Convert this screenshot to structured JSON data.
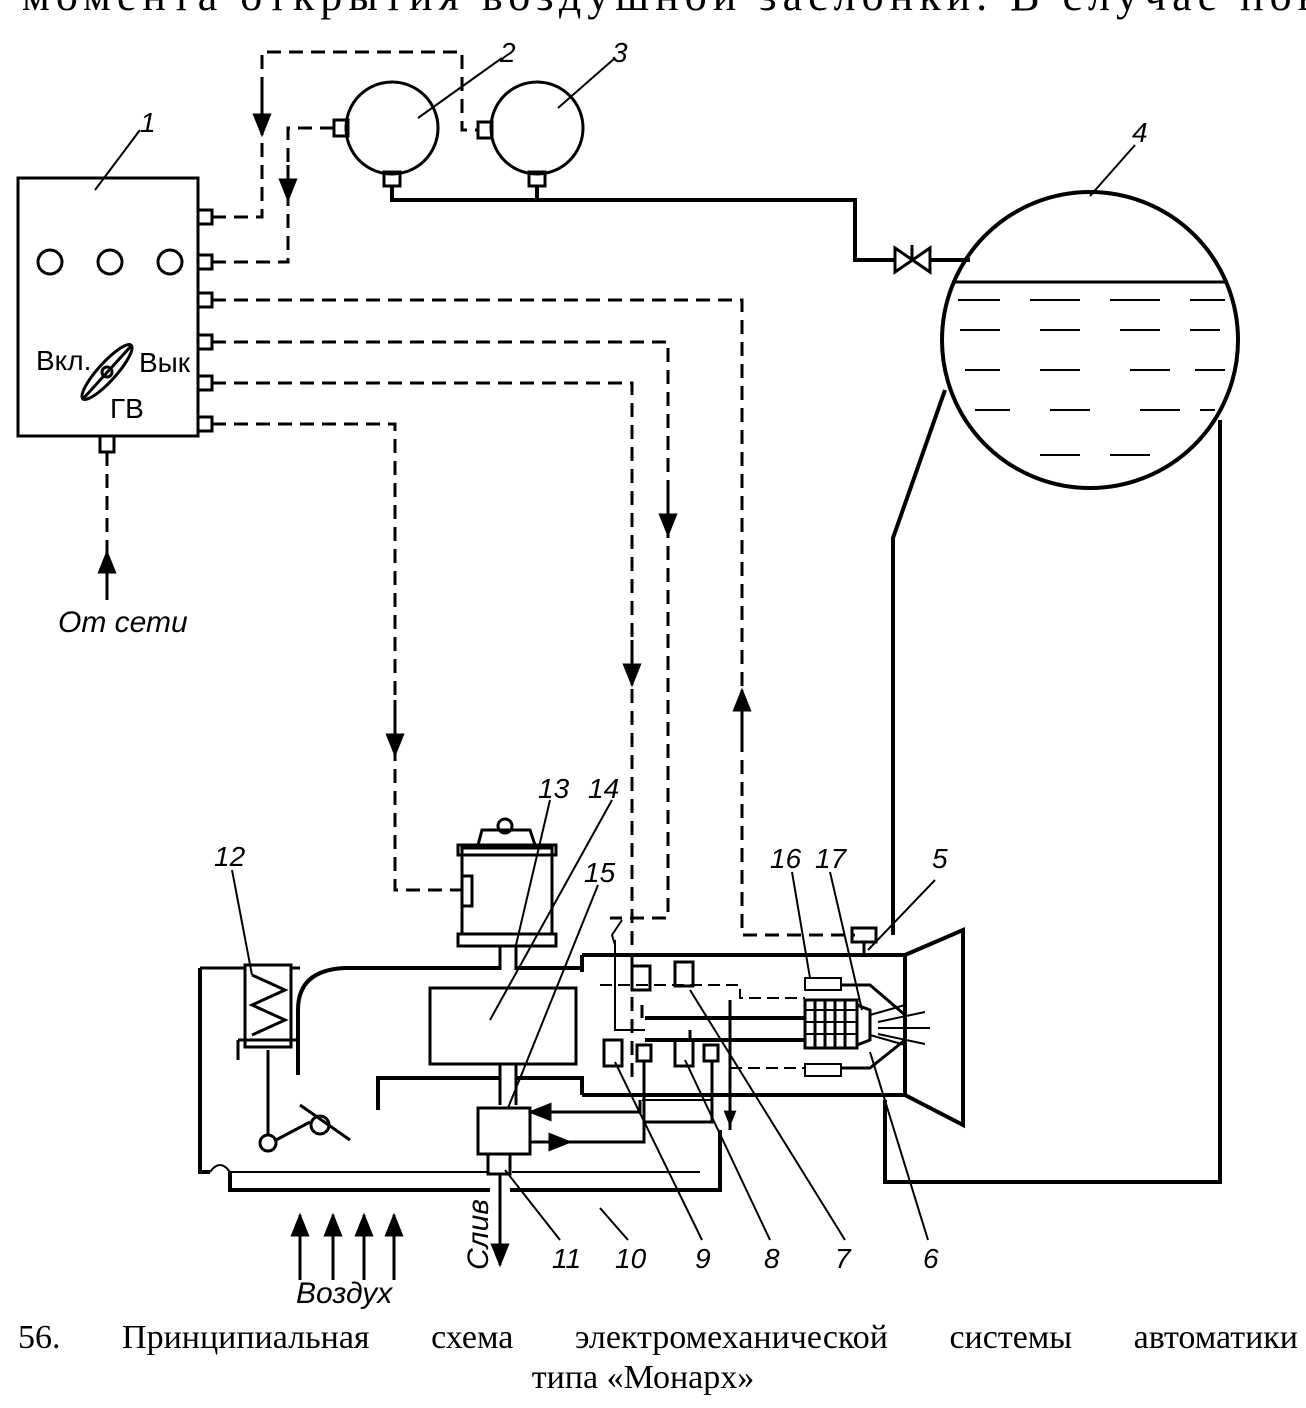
{
  "top_text": "момента открытия воздушной заслонки. В случае повышения",
  "panel": {
    "on_label": "Вкл.",
    "off_label": "Вык",
    "gv_label": "ГВ"
  },
  "labels": {
    "from_network": "От сети",
    "air": "Воздух",
    "drain": "Слив"
  },
  "callouts": [
    "1",
    "2",
    "3",
    "4",
    "5",
    "6",
    "7",
    "8",
    "9",
    "10",
    "11",
    "12",
    "13",
    "14",
    "15",
    "16",
    "17"
  ],
  "caption": {
    "number": "56.",
    "words": [
      "Принципиальная",
      "схема",
      "электромеханической",
      "системы",
      "автоматики"
    ],
    "line2": "типа «Монарх»"
  },
  "colors": {
    "ink": "#000000",
    "paper": "#ffffff"
  }
}
